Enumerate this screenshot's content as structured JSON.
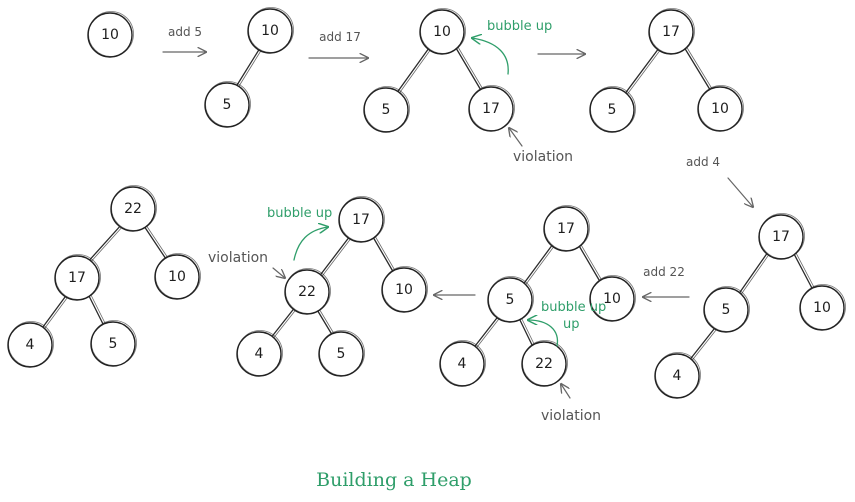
{
  "caption": "Building a Heap",
  "steps": [
    {
      "id": "s1",
      "nodes": [
        "10"
      ]
    },
    {
      "id": "s2",
      "op": "add 5",
      "nodes": [
        "10",
        "5"
      ]
    },
    {
      "id": "s3",
      "op": "add 17",
      "nodes": [
        "10",
        "5",
        "17"
      ],
      "annotations": [
        "bubble up",
        "violation"
      ]
    },
    {
      "id": "s4",
      "nodes": [
        "17",
        "5",
        "10"
      ]
    },
    {
      "id": "s5",
      "op": "add 4",
      "nodes": [
        "17",
        "5",
        "10",
        "4"
      ]
    },
    {
      "id": "s6",
      "op": "add 22",
      "nodes": [
        "17",
        "5",
        "10",
        "4",
        "22"
      ],
      "annotations": [
        "bubble up",
        "violation"
      ]
    },
    {
      "id": "s7",
      "nodes": [
        "17",
        "22",
        "10",
        "4",
        "5"
      ],
      "annotations": [
        "bubble up",
        "violation"
      ]
    },
    {
      "id": "s8",
      "nodes": [
        "22",
        "17",
        "10",
        "4",
        "5"
      ]
    }
  ],
  "colors": {
    "ink": "#222222",
    "annotation_gray": "#555555",
    "annotation_green": "#2f9e6a"
  }
}
